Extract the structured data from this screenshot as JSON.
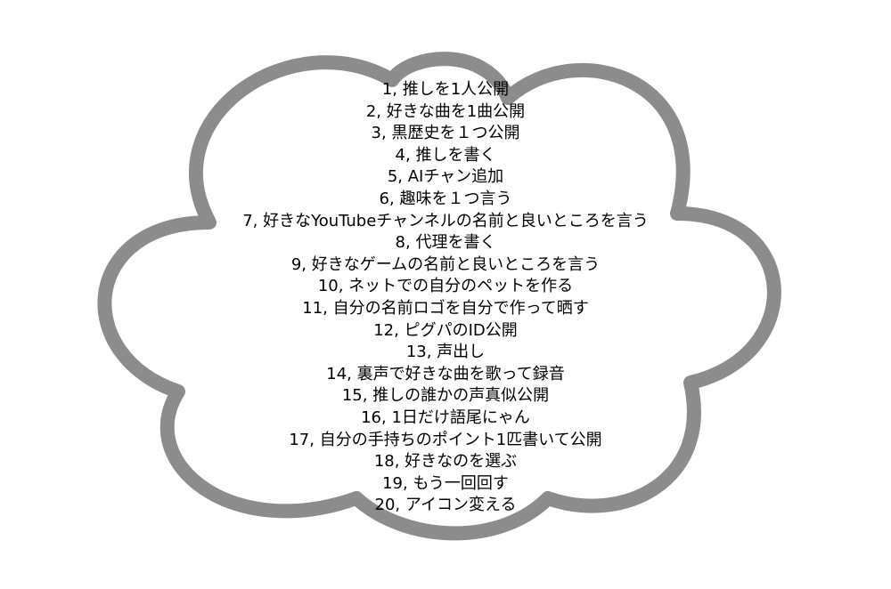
{
  "cloud": {
    "stroke_color": "#8c8c8c",
    "fill_color": "#ffffff"
  },
  "items": [
    "1,  推しを1人公開",
    "2,  好きな曲を1曲公開",
    "3,  黒歴史を１つ公開",
    "4,  推しを書く",
    "5,  AIチャン追加",
    "6,  趣味を１つ言う",
    "7,  好きなYouTubeチャンネルの名前と良いところを言う",
    "8,  代理を書く",
    "9,  好きなゲームの名前と良いところを言う",
    "10,  ネットでの自分のペットを作る",
    "11,  自分の名前ロゴを自分で作って晒す",
    "12,  ピグパのID公開",
    "13,  声出し",
    "14,  裏声で好きな曲を歌って録音",
    "15,  推しの誰かの声真似公開",
    "16,  1日だけ語尾にゃん",
    "17,  自分の手持ちのポイント1匹書いて公開",
    "18,  好きなのを選ぶ",
    "19,  もう一回回す",
    "20,  アイコン変える"
  ]
}
